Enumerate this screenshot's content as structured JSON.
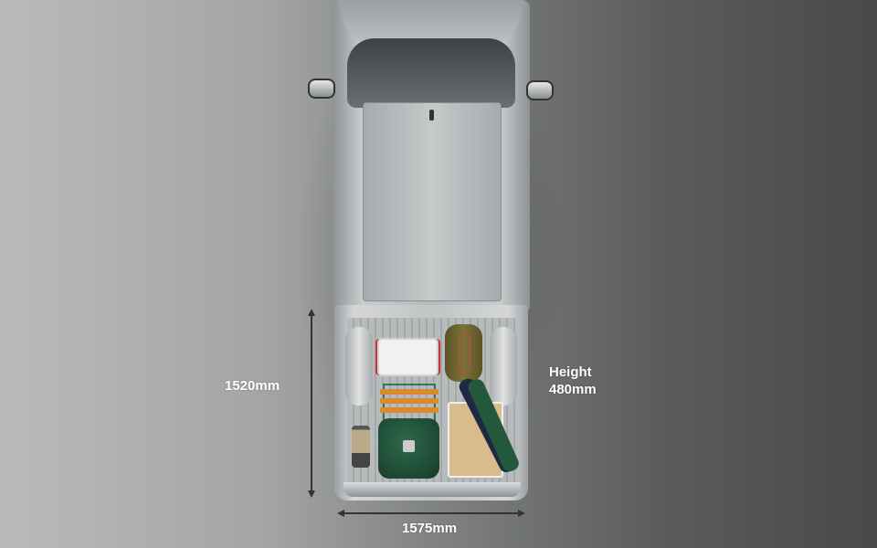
{
  "dimensions": {
    "bed_length": "1520mm",
    "bed_width": "1575mm",
    "height_label": "Height",
    "height_value": "480mm"
  }
}
